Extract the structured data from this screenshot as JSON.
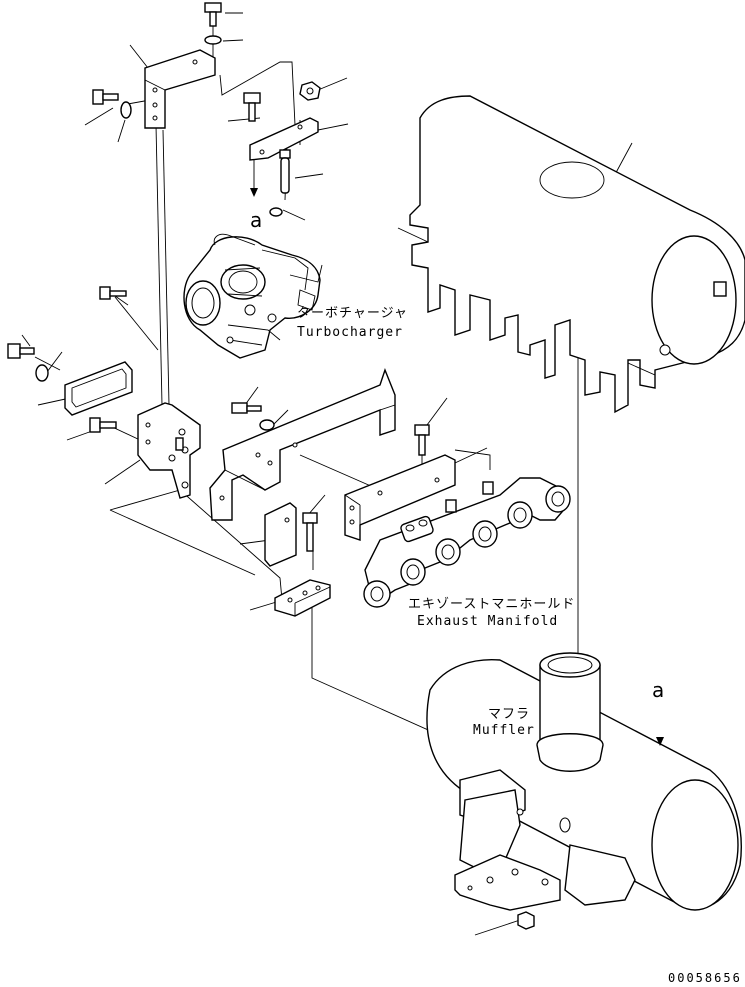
{
  "labels": {
    "turbocharger_jp": "ターボチャージャ",
    "turbocharger_en": "Turbocharger",
    "manifold_jp": "エキゾーストマニホールド",
    "manifold_en": "Exhaust Manifold",
    "muffler_jp": "マフラ",
    "muffler_en": "Muffler",
    "ref_a_top": "a",
    "ref_a_right": "a",
    "drawing_number": "00058656"
  }
}
